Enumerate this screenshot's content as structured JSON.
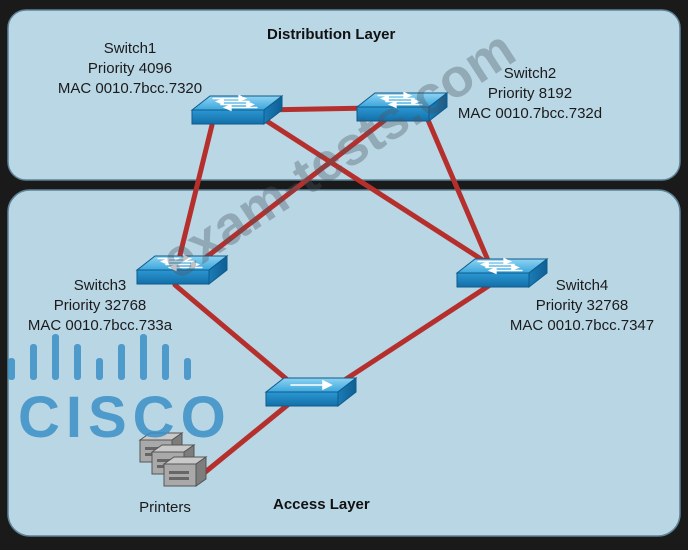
{
  "layers": {
    "distribution": "Distribution Layer",
    "access": "Access Layer"
  },
  "switches": [
    {
      "id": "switch1",
      "name": "Switch1",
      "priority": "Priority 4096",
      "mac": "MAC 0010.7bcc.7320"
    },
    {
      "id": "switch2",
      "name": "Switch2",
      "priority": "Priority 8192",
      "mac": "MAC 0010.7bcc.732d"
    },
    {
      "id": "switch3",
      "name": "Switch3",
      "priority": "Priority 32768",
      "mac": "MAC 0010.7bcc.733a"
    },
    {
      "id": "switch4",
      "name": "Switch4",
      "priority": "Priority 32768",
      "mac": "MAC 0010.7bcc.7347"
    }
  ],
  "printers_label": "Printers",
  "watermarks": {
    "logo_text": "CISCO",
    "site_text": "exam-tests.com"
  },
  "colors": {
    "frame": "#1a1a1a",
    "layer_fill": "#b9d7e6",
    "layer_stroke": "#5a7d90",
    "link": "#b02a2a",
    "switch_top": "#5fb9e3",
    "switch_side": "#1f86c2",
    "watermark": "#3d8fc4"
  }
}
